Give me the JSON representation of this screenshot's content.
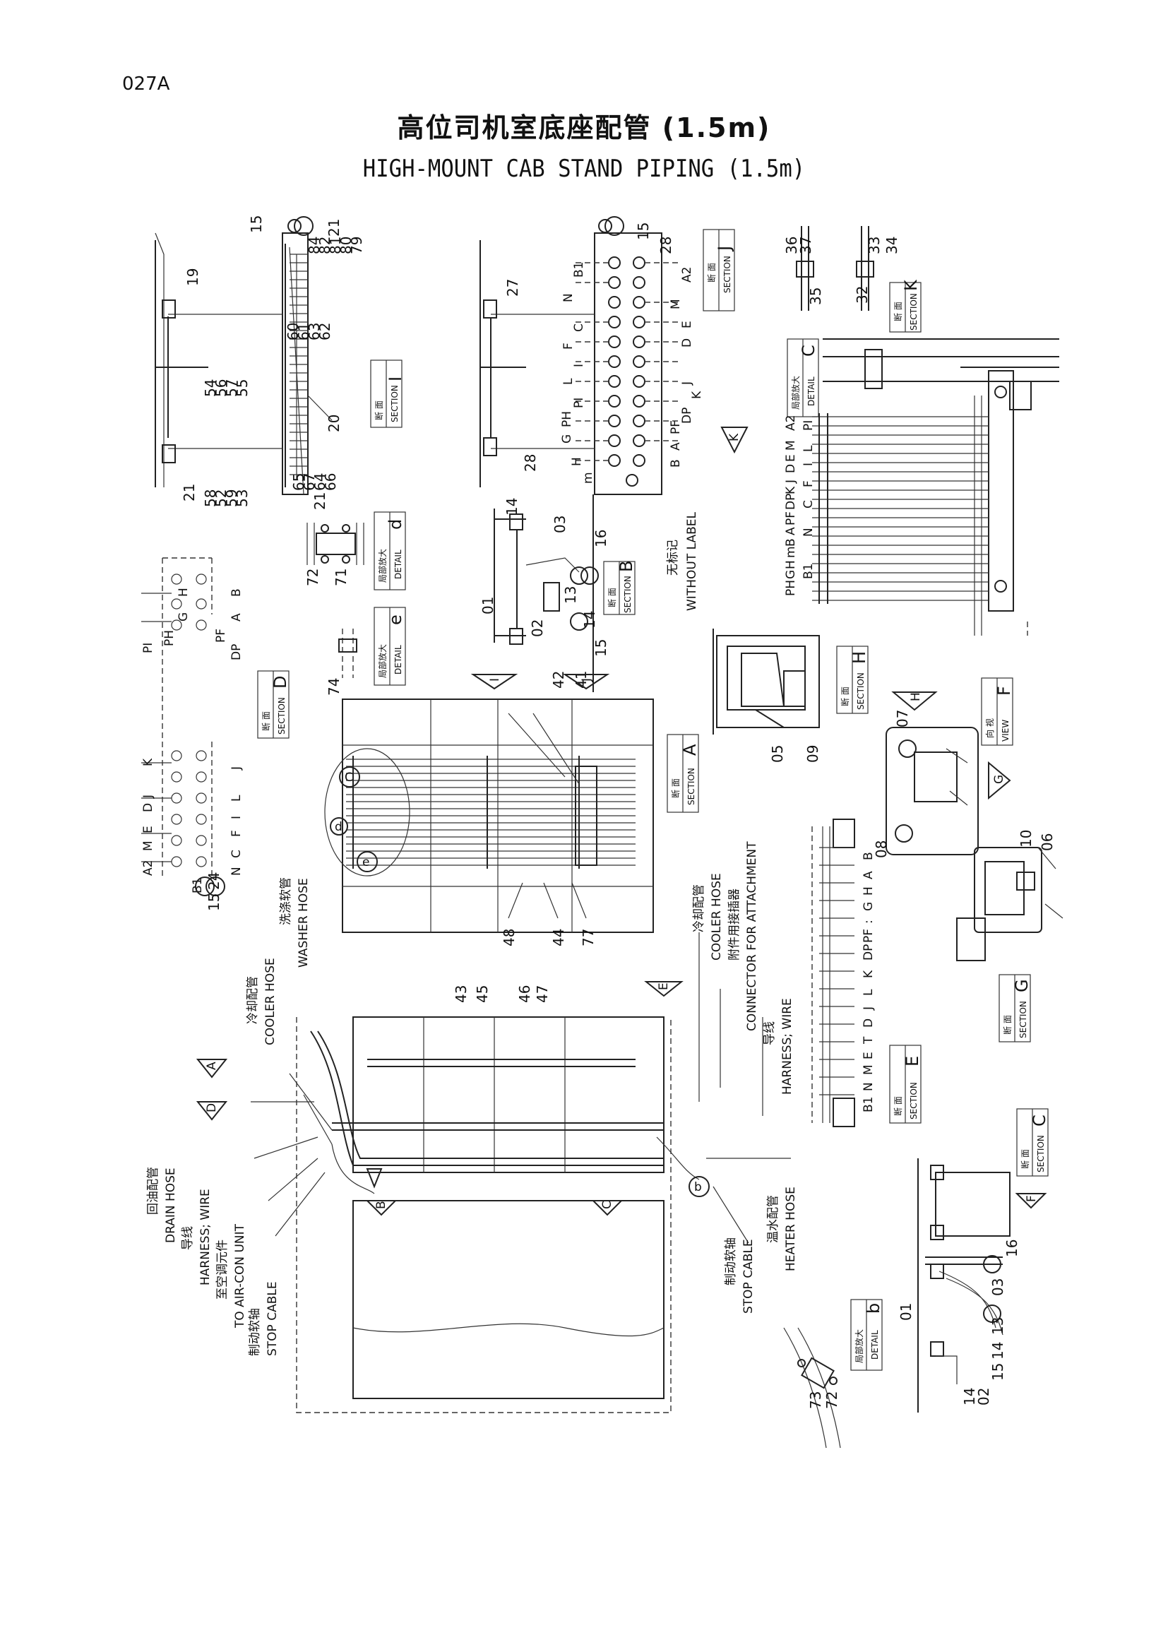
{
  "page_code": "027A",
  "title_cn": "高位司机室底座配管 (1.5m)",
  "title_en": "HIGH-MOUNT CAB STAND PIPING (1.5m)",
  "views": {
    "section_i": {
      "cn": "断 面",
      "en": "SECTION",
      "letter": "I"
    },
    "section_j": {
      "cn": "断 面",
      "en": "SECTION",
      "letter": "J"
    },
    "section_k": {
      "cn": "断 面",
      "en": "SECTION",
      "letter": "K"
    },
    "detail_c": {
      "cn": "局部放大",
      "en": "DETAIL",
      "letter": "C"
    },
    "detail_d": {
      "cn": "局部放大",
      "en": "DETAIL",
      "letter": "d"
    },
    "detail_e": {
      "cn": "局部放大",
      "en": "DETAIL",
      "letter": "e"
    },
    "section_b": {
      "cn": "断 面",
      "en": "SECTION",
      "letter": "B"
    },
    "section_d": {
      "cn": "断 面",
      "en": "SECTION",
      "letter": "D"
    },
    "section_a": {
      "cn": "断 面",
      "en": "SECTION",
      "letter": "A"
    },
    "section_h": {
      "cn": "断 面",
      "en": "SECTION",
      "letter": "H"
    },
    "view_f": {
      "cn": "向 视",
      "en": "VIEW",
      "letter": "F"
    },
    "section_g": {
      "cn": "断 面",
      "en": "SECTION",
      "letter": "G"
    },
    "section_e": {
      "cn": "断 面",
      "en": "SECTION",
      "letter": "E"
    },
    "section_c": {
      "cn": "断 面",
      "en": "SECTION",
      "letter": "C"
    },
    "detail_b": {
      "cn": "局部放大",
      "en": "DETAIL",
      "letter": "b"
    }
  },
  "labels": {
    "without_label_cn": "无标记",
    "without_label_en": "WITHOUT LABEL",
    "cooler_hose_cn": "冷却配管",
    "cooler_hose_en": "COOLER HOSE",
    "washer_hose_cn": "洗涤软管",
    "washer_hose_en": "WASHER HOSE",
    "connector_cn": "附件用接插器",
    "connector_en": "CONNECTOR FOR ATTACHMENT",
    "harness_cn": "导线",
    "harness_en": "HARNESS; WIRE",
    "drain_hose_cn": "回油配管",
    "drain_hose_en": "DRAIN HOSE",
    "aircon_cn": "至空调元件",
    "aircon_en": "TO AIR-CON UNIT",
    "stop_cable_cn": "制动软轴",
    "stop_cable_en": "STOP CABLE",
    "heater_hose_cn": "温水配管",
    "heater_hose_en": "HEATER HOSE"
  },
  "part_numbers": {
    "p15": "15",
    "p21": "21",
    "p84": "84",
    "p82": "82",
    "p81": "81",
    "p80": "80",
    "p79": "79",
    "p19": "19",
    "p60": "60",
    "p61": "61",
    "p63": "63",
    "p62": "62",
    "p54": "54",
    "p56": "56",
    "p57": "57",
    "p55": "55",
    "p20": "20",
    "p65": "65",
    "p67": "67",
    "p64": "64",
    "p66": "66",
    "p58": "58",
    "p52": "52",
    "p59": "59",
    "p53": "53",
    "p27": "27",
    "p28": "28",
    "p36": "36",
    "p37": "37",
    "p33": "33",
    "p34": "34",
    "p35": "35",
    "p32": "32",
    "p14": "14",
    "p03": "03",
    "p16": "16",
    "p01": "01",
    "p13": "13",
    "p02": "02",
    "p72": "72",
    "p71": "71",
    "p74": "74",
    "p42": "42",
    "p41": "41",
    "p05": "05",
    "p09": "09",
    "p07": "07",
    "p08": "08",
    "p10": "10",
    "p06": "06",
    "p24": "24",
    "p48": "48",
    "p44": "44",
    "p77": "77",
    "p43": "43",
    "p45": "45",
    "p46": "46",
    "p47": "47",
    "p73": "73"
  },
  "port_letters": {
    "j_left": [
      "B1",
      "N",
      "C",
      "F",
      "I",
      "L",
      "PI",
      "PH",
      "G",
      "H",
      "m"
    ],
    "j_right": [
      "A2",
      "M",
      "E",
      "D",
      "J",
      "K",
      "DP",
      "PF",
      "A",
      "B"
    ],
    "hose_bundle": [
      "A2",
      "M",
      "E",
      "D",
      "J",
      "K",
      "DP",
      "PF",
      "A",
      "B",
      "m",
      "H",
      "G",
      "PH",
      "PI",
      "L",
      "I",
      "F",
      "C",
      "N",
      "B1"
    ],
    "section_d_top": [
      "PI",
      "PH",
      "G",
      "H"
    ],
    "section_d_bot": [
      "PF",
      "DP",
      "A",
      "B"
    ],
    "section_d_lower_top": [
      "A2",
      "M",
      "E",
      "D",
      "J",
      "K"
    ],
    "section_d_lower_bot": [
      "B1",
      "N",
      "C",
      "F",
      "I",
      "L",
      "J"
    ],
    "section_e": [
      "B",
      "A",
      "H",
      "G",
      ":",
      "PF",
      "DP",
      "K",
      "L",
      "J",
      "D",
      "T",
      "E",
      "M",
      "N",
      "B1"
    ]
  },
  "markers": {
    "k": "K",
    "i": "I",
    "j": "J",
    "h": "H",
    "g": "G",
    "f": "F",
    "e": "E",
    "a": "A",
    "d": "D",
    "b": "B",
    "c": "C",
    "circ_c": "C",
    "circ_d": "d",
    "circ_e": "e",
    "circ_b": "b"
  }
}
